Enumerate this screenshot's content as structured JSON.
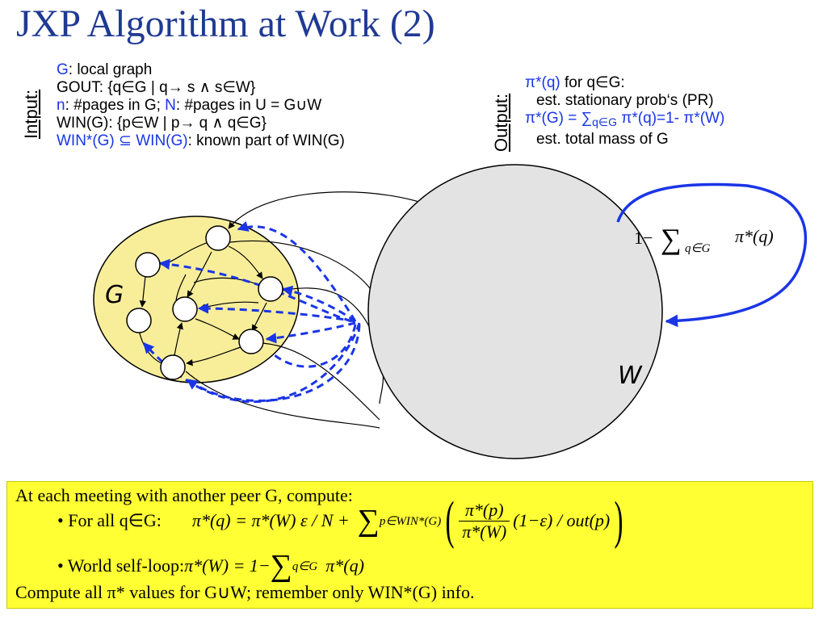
{
  "title": "JXP Algorithm at Work (2)",
  "input": {
    "label": "Intput:",
    "lines": {
      "l1_a": "G",
      "l1_b": ": local graph",
      "l2": "GOUT: {q∈G | q→ s ∧ s∈W}",
      "l3_a": "n",
      "l3_b": ": #pages in G; ",
      "l3_c": "N",
      "l3_d": ": #pages in U = G∪W",
      "l4": "WIN(G): {p∈W | p→ q ∧ q∈G}",
      "l5_a": "WIN*(G) ⊆ WIN(G)",
      "l5_b": ": known part of WIN(G)"
    }
  },
  "output": {
    "label": "Output:",
    "lines": {
      "l1_a": "π*(q)",
      "l1_b": " for q∈G:",
      "l2": "est. stationary prob‘s (PR)",
      "l3_a": "π*(G) = ∑",
      "l3_sub": "q∈G",
      "l3_b": " π*(q)=1- π*(W)",
      "l4": "est. total mass of G"
    }
  },
  "diagram": {
    "label_g": "G",
    "label_w": "W",
    "loop_formula": {
      "prefix": "1−",
      "sigma": "∑",
      "sub": "q∈G",
      "term": "π*(q)"
    },
    "colors": {
      "local_graph_fill": "#f8ee9a",
      "world_fill": "#e3e3e3",
      "dashed_edges": "#1a35e6"
    }
  },
  "compute_box": {
    "line1": "At each meeting with another peer G, compute:",
    "line2": {
      "label": "• For all q∈G:",
      "lhs": "π*(q) = π*(W) ε / N  +",
      "sigma": "∑",
      "sub": "p∈WIN*(G)",
      "num": "π*(p)",
      "den": "π*(W)",
      "tail": "(1−ε) / out(p)"
    },
    "line3": {
      "label": "• World self-loop:",
      "lhs": "π*(W) = 1−",
      "sigma": "∑",
      "sub": "q∈G",
      "term": "π*(q)"
    },
    "line4": "Compute all π* values for G∪W; remember only WIN*(G) info.",
    "background": "#ffff33"
  }
}
